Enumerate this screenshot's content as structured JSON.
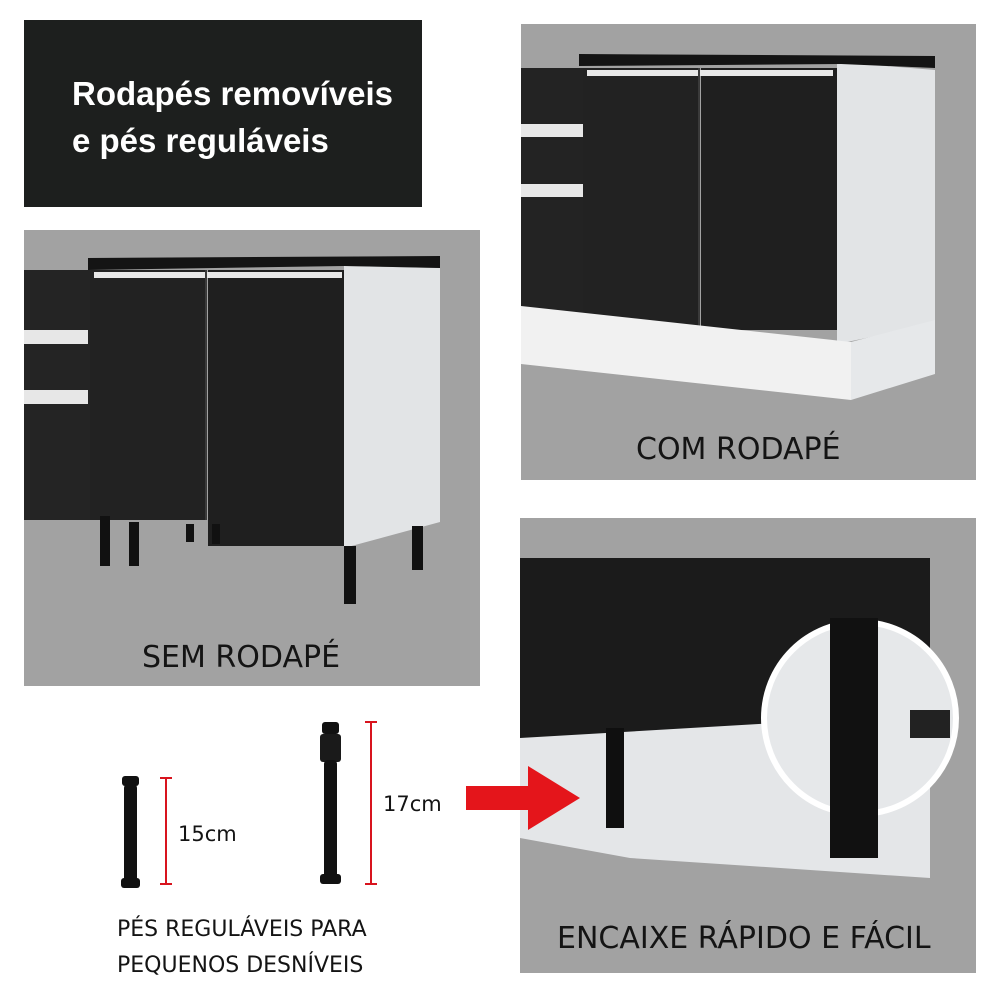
{
  "banner": {
    "line1": "Rodapés removíveis",
    "line2": "e pés reguláveis"
  },
  "panels": {
    "with_plinth_caption": "COM RODAPÉ",
    "without_plinth_caption": "SEM RODAPÉ",
    "quick_fit_caption": "ENCAIXE RÁPIDO E FÁCIL"
  },
  "feet": {
    "short_height": "15cm",
    "tall_height": "17cm",
    "caption_line1": "PÉS REGULÁVEIS PARA",
    "caption_line2": "PEQUENOS DESNÍVEIS"
  },
  "colors": {
    "banner_bg": "#1d1f1e",
    "panel_bg": "#a2a2a2",
    "cabinet_black": "#202020",
    "cabinet_white": "#e4e6e8",
    "measure_red": "#d8141e",
    "arrow_red": "#e4151b"
  },
  "icons": [
    "right-arrow-icon"
  ]
}
